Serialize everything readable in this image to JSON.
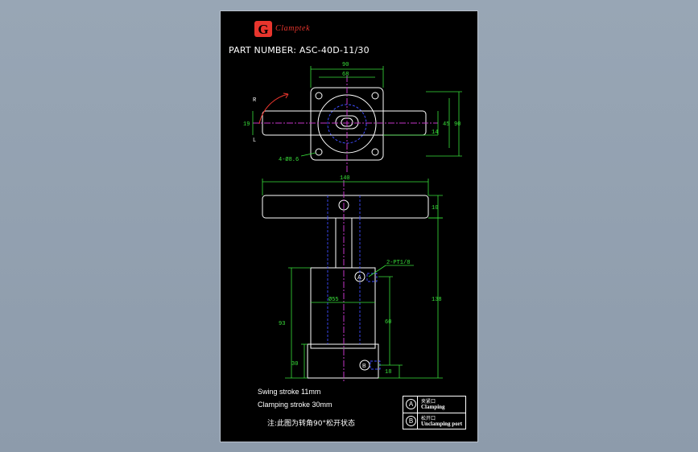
{
  "brand": {
    "logo_letter": "G",
    "name": "Clamptek"
  },
  "part_number": "PART NUMBER:  ASC-40D-11/30",
  "dims": {
    "d90": "90",
    "d68": "68",
    "d19": "19",
    "d14": "14",
    "d45": "45",
    "d90b": "90",
    "hole": "4-Ø8.6",
    "d140": "140",
    "d10": "10",
    "d138": "138",
    "port": "2-PT1/8",
    "d55": "Ø55",
    "d93": "93",
    "d60": "60",
    "d30": "30",
    "d18": "18"
  },
  "rotation_marks": {
    "r": "R",
    "l": "L"
  },
  "ports": {
    "a": "A",
    "b": "B"
  },
  "notes": {
    "swing": "Swing stroke 11mm",
    "clamping": "Clamping stroke 30mm",
    "remark": "注:此图为转角90°松开状态"
  },
  "legend": [
    {
      "key": "A",
      "cn": "夹紧口",
      "en": "Clamping"
    },
    {
      "key": "B",
      "cn": "松开口",
      "en": "Unclamping port"
    }
  ],
  "colors": {
    "background": "#000000",
    "outline": "#ffffff",
    "dimension": "#39e03a",
    "centerline": "#c436c9",
    "hidden": "#3f4cff",
    "rotation": "#e8352d"
  }
}
